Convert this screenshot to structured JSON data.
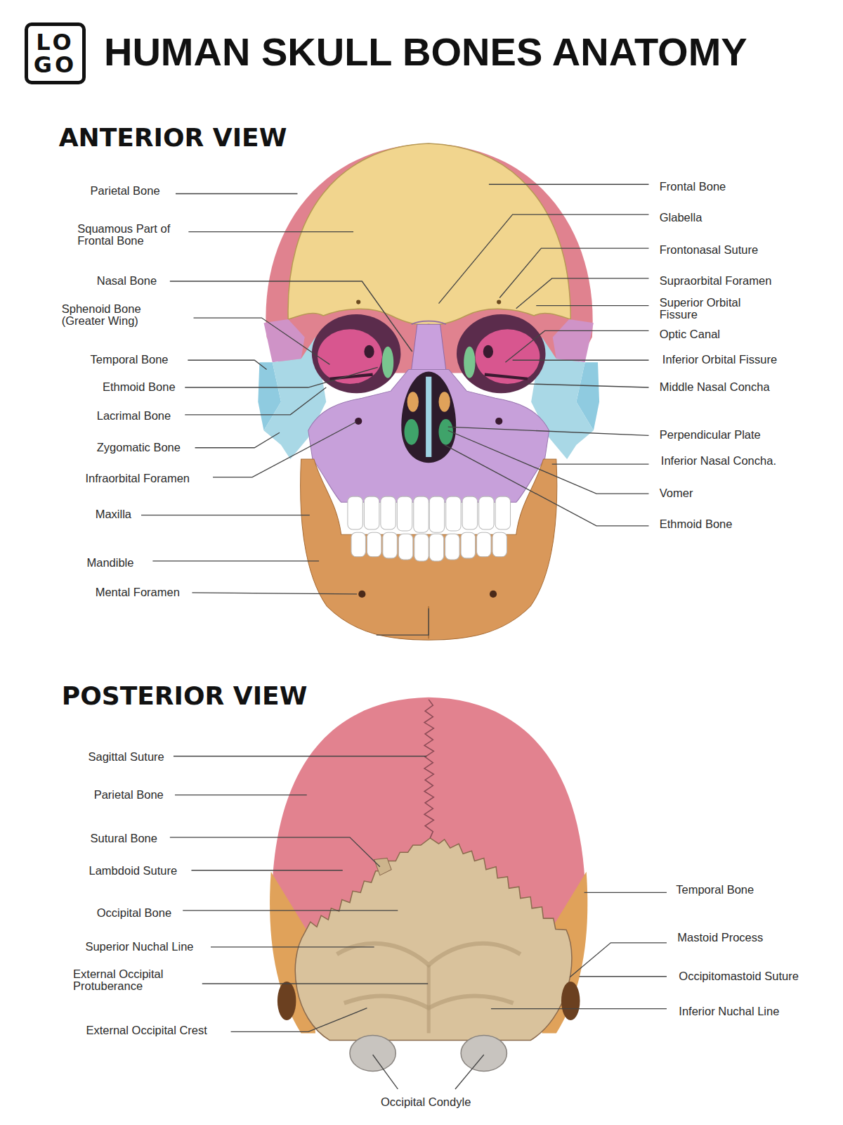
{
  "diagram": {
    "title": "HUMAN SKULL BONES ANATOMY",
    "nodes": [
      {
        "text": [
          "LO GO"
        ]
      }
    ],
    "labels": [
      "ANTERIOR VIEW",
      "Parietal Bone",
      "Squamous Part of Frontal Bone",
      "Nasal Bone",
      "Sphenoid Bone (Greater Wing)",
      "Temporal Bone",
      "Ethmoid Bone",
      "Lacrimal Bone",
      "Zygomatic Bone",
      "Infraorbital Foramen",
      "Maxilla",
      "Mandible",
      "Mental Foramen",
      "Frontal Bone",
      "Glabella",
      "Frontonasal Suture",
      "Supraorbital Foramen",
      "Superior Orbital Fissure",
      "Optic Canal",
      "Inferior Orbital Fissure",
      "Middle Nasal Concha",
      "Perpendicular Plate",
      "Inferior Nasal Concha.",
      "Vomer",
      "Ethmoid Bone",
      "POSTERIOR VIEW",
      "Sagittal Suture",
      "Parietal Bone",
      "Sutural Bone",
      "Lambdoid Suture",
      "Occipital Bone",
      "Superior Nuchal Line",
      "External Occipital Protuberance",
      "External Occipital Crest",
      "Temporal Bone",
      "Mastoid Process",
      "Occipitomastoid Suture",
      "Inferior Nuchal Line",
      "Occipital Condyle"
    ]
  }
}
